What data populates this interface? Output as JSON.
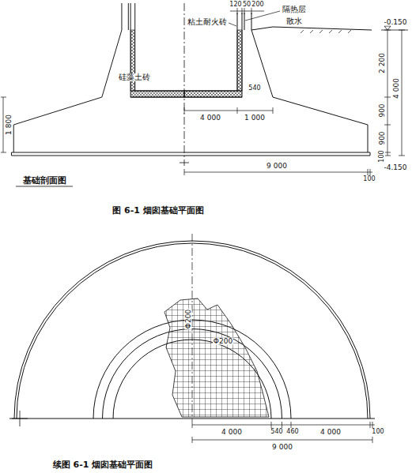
{
  "diagram": {
    "labels": [
      "120",
      "50",
      "200",
      "粘土耐火砖",
      "隔热层",
      "散水",
      "-0.150",
      "硅藻土砖",
      "540",
      "2 200",
      "4 000",
      "900",
      "900",
      "100",
      "-4.150",
      "4 000",
      "1 000",
      "1 800",
      "9 000",
      "100",
      "基础剖面图",
      "图 6-1 烟囱基础平面图",
      "Φ200",
      "Φ200",
      "4 000",
      "540",
      "460",
      "4 000",
      "100",
      "9 000",
      "续图 6-1 烟囱基础平面图"
    ]
  }
}
